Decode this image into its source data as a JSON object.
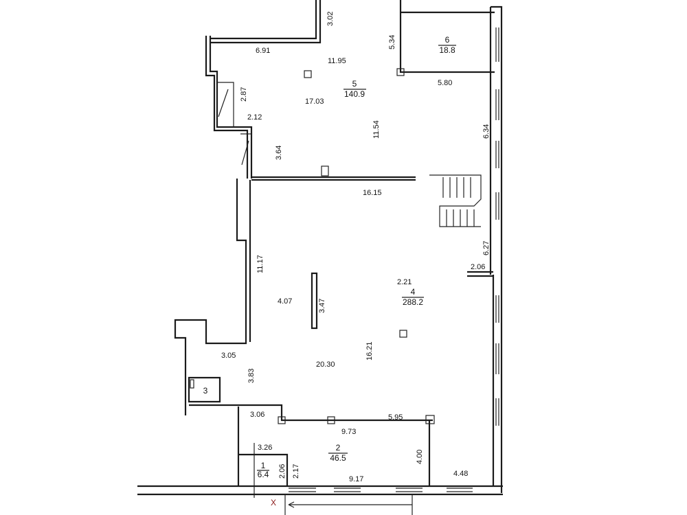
{
  "rooms": [
    {
      "number": "1",
      "area": "6.4"
    },
    {
      "number": "2",
      "area": "46.5"
    },
    {
      "number": "3"
    },
    {
      "number": "4",
      "area": "288.2"
    },
    {
      "number": "5",
      "area": "140.9"
    },
    {
      "number": "6",
      "area": "18.8"
    }
  ],
  "dimensions": [
    "3.02",
    "6.91",
    "11.95",
    "5.34",
    "5.80",
    "2.87",
    "17.03",
    "2.12",
    "11.54",
    "6.34",
    "3.64",
    "16.15",
    "6.27",
    "2.06",
    "11.17",
    "2.21",
    "4.07",
    "3.47",
    "3.05",
    "20.30",
    "16.21",
    "3.83",
    "3.06",
    "5.95",
    "9.73",
    "3.26",
    "2.17",
    "2.06",
    "4.00",
    "9.17",
    "4.48"
  ],
  "marker": "X"
}
